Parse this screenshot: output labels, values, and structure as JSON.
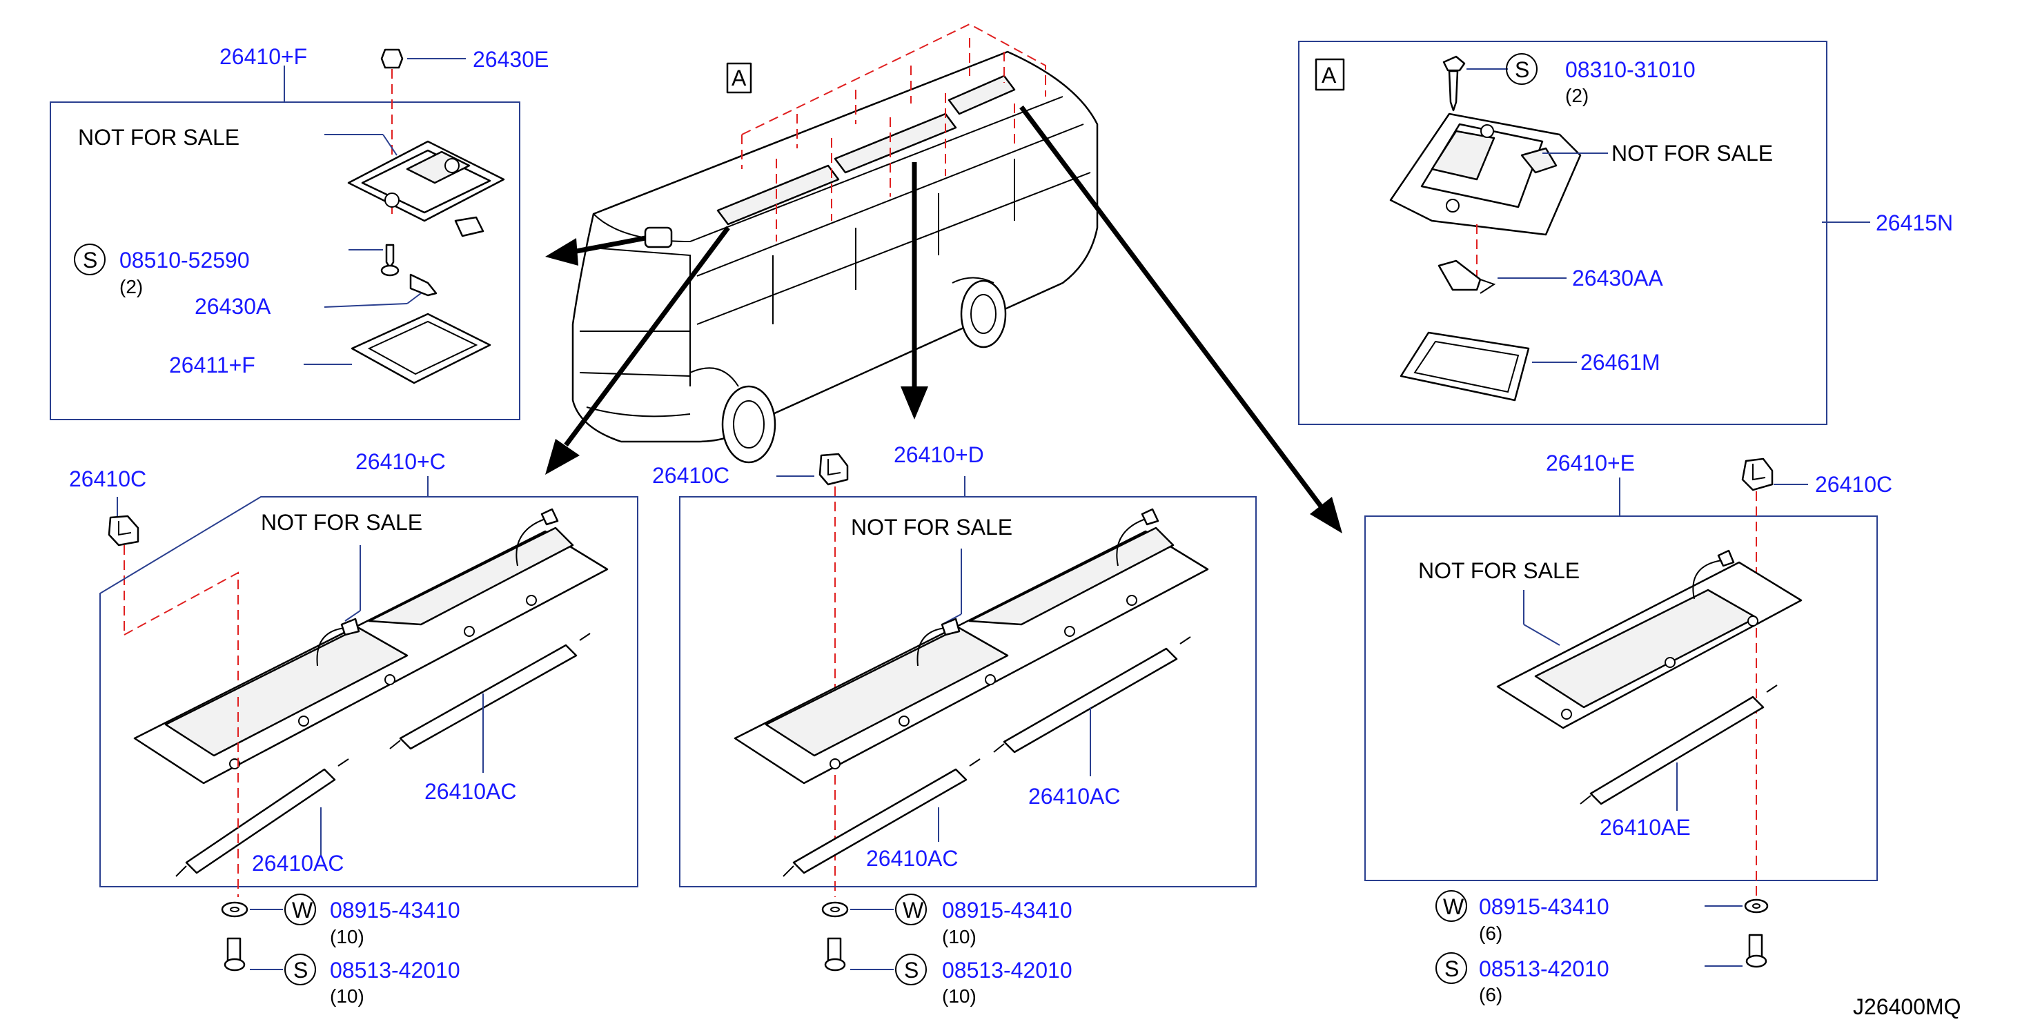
{
  "diagram_code": "J26400MQ",
  "ref_mark": "A",
  "note": "NOT  FOR  SALE",
  "groups": {
    "f": {
      "title": "26410+F",
      "top_part": "26430E",
      "screw_sym": "S",
      "screw": "08510-52590",
      "screw_qty": "(2)",
      "bulb": "26430A",
      "lens": "26411+F"
    },
    "a": {
      "ref": "A",
      "screw_sym": "S",
      "screw": "08310-31010",
      "screw_qty": "(2)",
      "assembly": "26415N",
      "bulb": "26430AA",
      "lens": "26461M"
    },
    "c": {
      "title": "26410+C",
      "clip": "26410C",
      "tube1": "26410AC",
      "tube2": "26410AC",
      "washer_sym": "W",
      "washer": "08915-43410",
      "washer_qty": "(10)",
      "screw_sym": "S",
      "screw": "08513-42010",
      "screw_qty": "(10)"
    },
    "d": {
      "title": "26410+D",
      "clip": "26410C",
      "tube1": "26410AC",
      "tube2": "26410AC",
      "washer_sym": "W",
      "washer": "08915-43410",
      "washer_qty": "(10)",
      "screw_sym": "S",
      "screw": "08513-42010",
      "screw_qty": "(10)"
    },
    "e": {
      "title": "26410+E",
      "clip": "26410C",
      "tube": "26410AE",
      "washer_sym": "W",
      "washer": "08915-43410",
      "washer_qty": "(6)",
      "screw_sym": "S",
      "screw": "08513-42010",
      "screw_qty": "(6)"
    }
  }
}
